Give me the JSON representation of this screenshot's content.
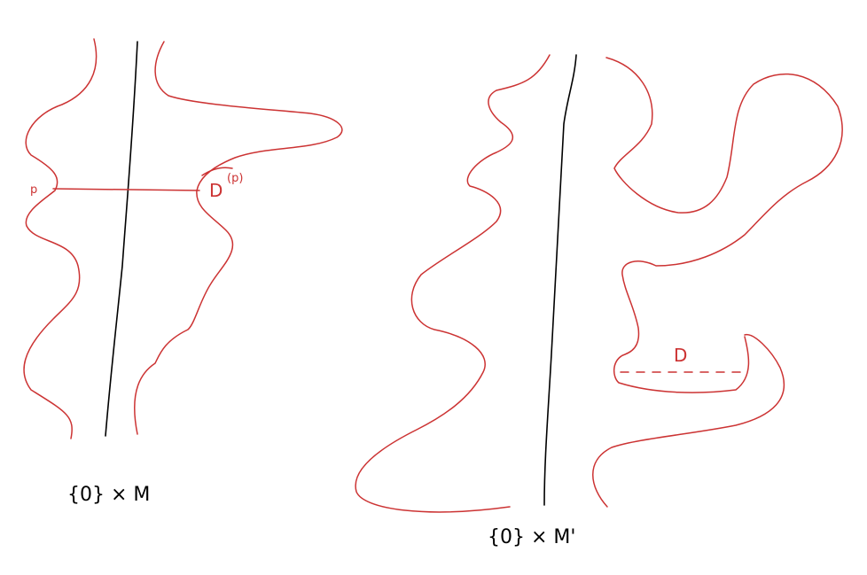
{
  "labels": {
    "left_caption": "{0} × M",
    "right_caption": "{0} × M'",
    "left_point": "p",
    "left_disk": "D",
    "left_disk_super": "(p)",
    "right_disk": "D"
  },
  "colors": {
    "axis": "#000000",
    "curve": "#cc3333",
    "background": "#ffffff"
  }
}
